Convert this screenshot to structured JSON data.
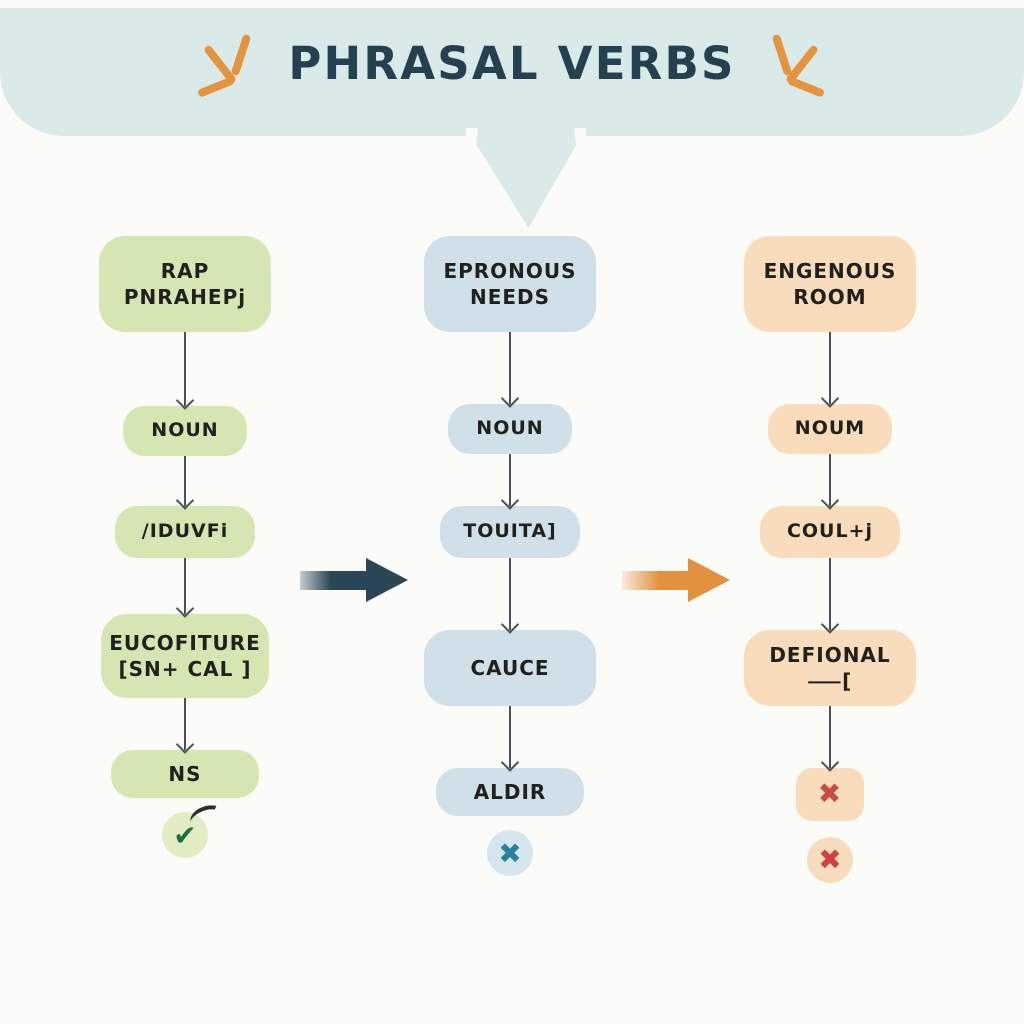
{
  "header": {
    "title": "PHRASAL VERBS",
    "bubble_color": "#d9eae8",
    "title_color": "#25414f",
    "sparkle_left_name": "sparkle-left-icon",
    "sparkle_right_name": "sparkle-right-icon",
    "sparkle_color": "#e4933f"
  },
  "page": {
    "background_color": "#fbfbf8"
  },
  "connectors": {
    "green_to_blue_arrow_color": "#2b4656",
    "blue_to_orange_arrow_color": "#e2923e",
    "vertical_line_color": "#4b5257"
  },
  "columns": [
    {
      "id": "green",
      "accent_color": "#d6e6b3",
      "nodes": [
        {
          "label": "RAP PNRAHEPj",
          "shape": "big"
        },
        {
          "label": "NOUN",
          "shape": "small"
        },
        {
          "label": "/IDUVFi",
          "shape": "mid"
        },
        {
          "label": "EUCOFITURE [SN+ CAL ]",
          "shape": "tall"
        },
        {
          "label": "NS",
          "shape": "bar"
        }
      ],
      "result": {
        "glyph": "✔",
        "kind": "check",
        "color": "#17703f"
      }
    },
    {
      "id": "blue",
      "accent_color": "#cfe0e8",
      "nodes": [
        {
          "label": "EPRONOUS NEEDS",
          "shape": "big"
        },
        {
          "label": "NOUN",
          "shape": "small"
        },
        {
          "label": "TOUITA]",
          "shape": "mid"
        },
        {
          "label": "CAUCE",
          "shape": "wide"
        },
        {
          "label": "ALDIR",
          "shape": "bar"
        }
      ],
      "result": {
        "glyph": "✖",
        "kind": "cross-blue",
        "color": "#2a8098"
      }
    },
    {
      "id": "orange",
      "accent_color": "#f9dcbb",
      "nodes": [
        {
          "label": "ENGENOUS ROOM",
          "shape": "big"
        },
        {
          "label": "NOUM",
          "shape": "small"
        },
        {
          "label": "COUL+j",
          "shape": "mid"
        },
        {
          "label": "DEFIONAL⸺[",
          "shape": "wide"
        },
        {
          "label": "✖",
          "shape": "iconbox"
        }
      ],
      "result": {
        "glyph": "✖",
        "kind": "cross-red",
        "color": "#c94b46"
      }
    }
  ]
}
